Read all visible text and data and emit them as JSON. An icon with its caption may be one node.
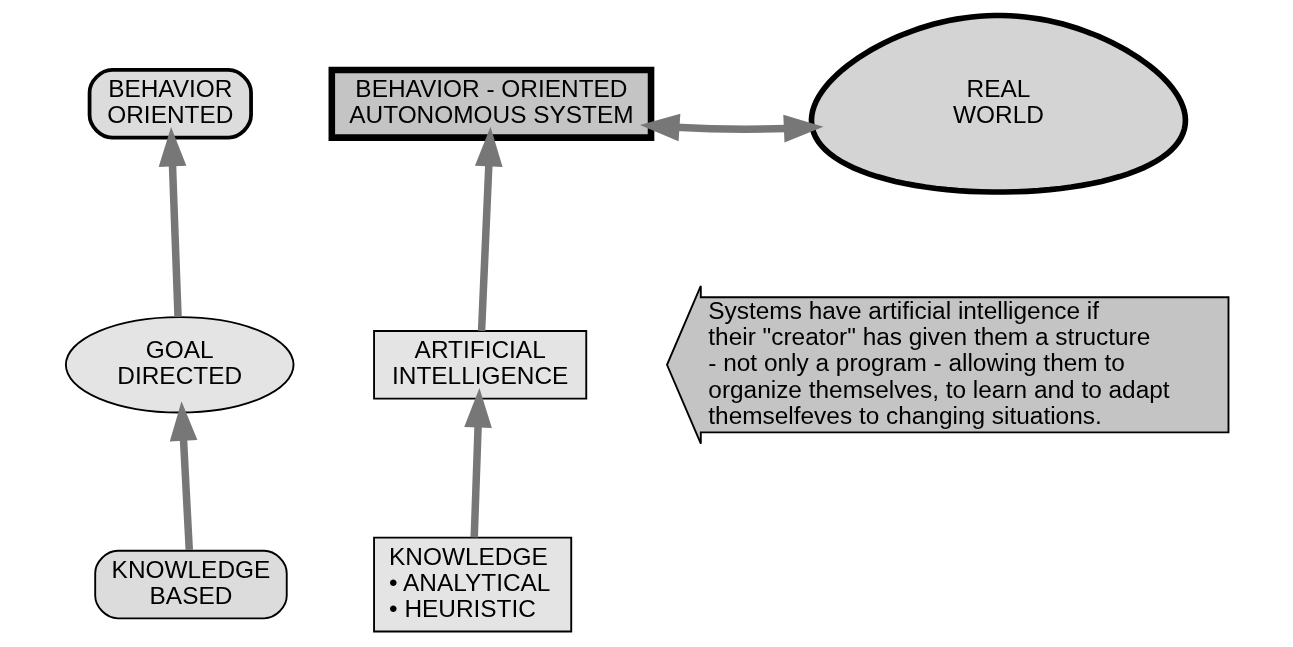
{
  "diagram": {
    "nodes": [
      {
        "text": [
          "BEHAVIOR ORIENTED"
        ]
      },
      {
        "text": [
          "BEHAVIOR - ORIENTED AUTONOMOUS SYSTEM"
        ]
      },
      {
        "text": [
          "REAL WORLD"
        ]
      },
      {
        "text": [
          "GOAL DIRECTED"
        ]
      },
      {
        "text": [
          "ARTIFICIAL INTELLIGENCE"
        ]
      },
      {
        "text": [
          "Systems have artificial intelligence if their \"creator\" has given them a structure - not only a program - allowing them to organize themselves, to learn and to adapt themselfeves to changing situations."
        ]
      },
      {
        "text": [
          "KNOWLEDGE BASED"
        ]
      },
      {
        "text": [
          "KNOWLEDGE",
          "• ANALYTICAL",
          "• HEURISTIC"
        ]
      }
    ],
    "edges": [
      {
        "from": 6,
        "to": 3,
        "arrow": "to"
      },
      {
        "from": 3,
        "to": 0,
        "arrow": "to"
      },
      {
        "from": 7,
        "to": 4,
        "arrow": "to"
      },
      {
        "from": 4,
        "to": 1,
        "arrow": "to"
      },
      {
        "from": 1,
        "to": 2,
        "arrow": "both"
      }
    ]
  }
}
